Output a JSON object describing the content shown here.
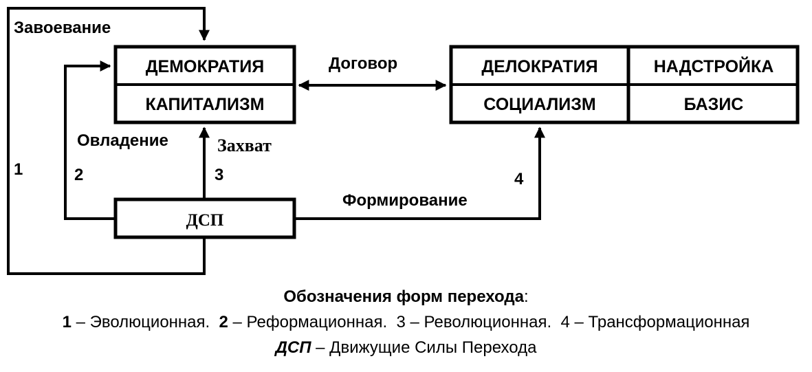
{
  "diagram": {
    "boxes": {
      "democracy": "ДЕМОКРАТИЯ",
      "capitalism": "КАПИТАЛИЗМ",
      "delocracy": "ДЕЛОКРАТИЯ",
      "socialism": "СОЦИАЛИЗМ",
      "superstructure": "НАДСТРОЙКА",
      "basis": "БАЗИС",
      "dsp": "ДСП"
    },
    "edge_labels": {
      "conquest": "Завоевание",
      "agreement": "Договор",
      "mastery": "Овладение",
      "seizure": "Захват",
      "formation": "Формирование"
    },
    "numbers": {
      "n1": "1",
      "n2": "2",
      "n3": "3",
      "n4": "4"
    }
  },
  "legend": {
    "title": "Обозначения форм перехода",
    "title_colon": ":",
    "n1": "1",
    "t1": " – Эволюционная.  ",
    "n2": "2",
    "t2": " – Реформационная.  3 – Революционная.  4 – Трансформационная",
    "dsp_abbr": "ДСП",
    "dsp_text": " – Движущие Силы Перехода"
  }
}
